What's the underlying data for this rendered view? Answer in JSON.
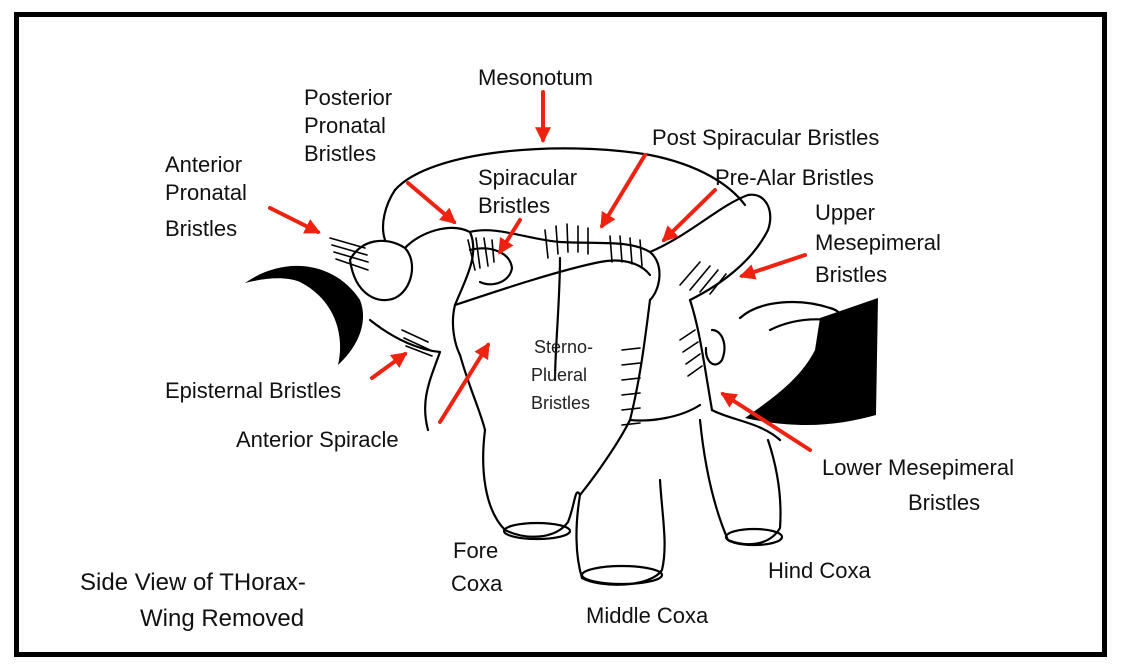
{
  "caption": [
    "Side View of THorax-",
    "Wing Removed"
  ],
  "labels": {
    "mesonotum": "Mesonotum",
    "posterior_pronatal": [
      "Posterior",
      "Pronatal",
      "Bristles"
    ],
    "anterior_pronatal": [
      "Anterior",
      "Pronatal",
      "Bristles"
    ],
    "spiracular": [
      "Spiracular",
      "Bristles"
    ],
    "post_spiracular": "Post Spiracular Bristles",
    "pre_alar": "Pre-Alar Bristles",
    "upper_mesepimeral": [
      "Upper",
      "Mesepimeral",
      "Bristles"
    ],
    "episternal": "Episternal Bristles",
    "anterior_spiracle": "Anterior Spiracle",
    "sterno_pleural": [
      "Sterno-",
      "Plueral",
      "Bristles"
    ],
    "lower_mesepimeral": [
      "Lower Mesepimeral",
      "Bristles"
    ],
    "fore_coxa": [
      "Fore",
      "Coxa"
    ],
    "middle_coxa": "Middle Coxa",
    "hind_coxa": "Hind Coxa"
  },
  "colors": {
    "arrow": "#ee2211",
    "ink": "#000000",
    "frame": "#000000"
  }
}
